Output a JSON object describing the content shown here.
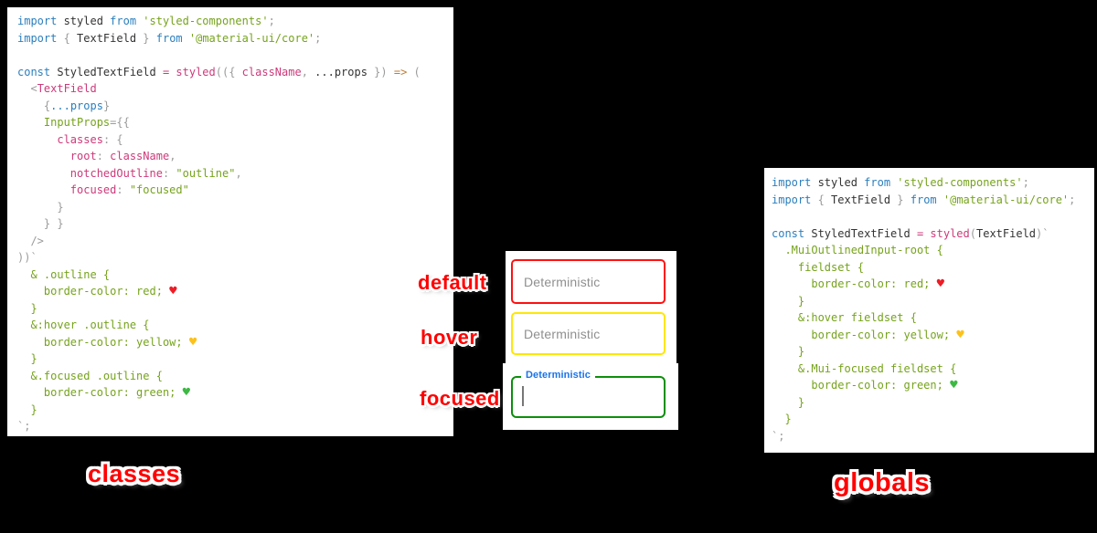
{
  "page": {
    "background": "#000000"
  },
  "code_colors": {
    "kw": "#2b7fbd",
    "pl": "#333333",
    "pu": "#9b9b9b",
    "st": "#76a31c",
    "pk": "#cc3a7a",
    "or": "#c07b35",
    "hr": "#ee1c25",
    "hy": "#fcc21b",
    "hg": "#3cb943"
  },
  "annotations": {
    "color": "#ff0000",
    "default": "default",
    "hover": "hover",
    "focused": "focused",
    "classes": "classes",
    "globals": "globals"
  },
  "textfields": {
    "default": {
      "placeholder": "Deterministic",
      "border_color": "#ff1010"
    },
    "hover": {
      "placeholder": "Deterministic",
      "border_color": "#ffe606"
    },
    "focused": {
      "label": "Deterministic",
      "border_color": "#0c8f0c",
      "label_color": "#1a73e8"
    }
  },
  "panels": {
    "left": {
      "title": "classes",
      "lines": [
        [
          {
            "t": "import ",
            "c": "kw"
          },
          {
            "t": "styled ",
            "c": "pl"
          },
          {
            "t": "from ",
            "c": "kw"
          },
          {
            "t": "'styled-components'",
            "c": "st"
          },
          {
            "t": ";",
            "c": "pu"
          }
        ],
        [
          {
            "t": "import ",
            "c": "kw"
          },
          {
            "t": "{ ",
            "c": "pu"
          },
          {
            "t": "TextField",
            "c": "pl"
          },
          {
            "t": " } ",
            "c": "pu"
          },
          {
            "t": "from ",
            "c": "kw"
          },
          {
            "t": "'@material-ui/core'",
            "c": "st"
          },
          {
            "t": ";",
            "c": "pu"
          }
        ],
        [],
        [
          {
            "t": "const ",
            "c": "kw"
          },
          {
            "t": "StyledTextField ",
            "c": "pl"
          },
          {
            "t": "= ",
            "c": "pk"
          },
          {
            "t": "styled",
            "c": "pk"
          },
          {
            "t": "(({ ",
            "c": "pu"
          },
          {
            "t": "className",
            "c": "pk"
          },
          {
            "t": ", ",
            "c": "pu"
          },
          {
            "t": "...props",
            "c": "pl"
          },
          {
            "t": " }) ",
            "c": "pu"
          },
          {
            "t": "=> ",
            "c": "or"
          },
          {
            "t": "(",
            "c": "pu"
          }
        ],
        [
          {
            "t": "  ",
            "c": "pl"
          },
          {
            "t": "<",
            "c": "pu"
          },
          {
            "t": "TextField",
            "c": "pk"
          }
        ],
        [
          {
            "t": "    ",
            "c": "pl"
          },
          {
            "t": "{",
            "c": "pu"
          },
          {
            "t": "...props",
            "c": "kw"
          },
          {
            "t": "}",
            "c": "pu"
          }
        ],
        [
          {
            "t": "    ",
            "c": "pl"
          },
          {
            "t": "InputProps",
            "c": "st"
          },
          {
            "t": "={{",
            "c": "pu"
          }
        ],
        [
          {
            "t": "      ",
            "c": "pl"
          },
          {
            "t": "classes",
            "c": "pk"
          },
          {
            "t": ": {",
            "c": "pu"
          }
        ],
        [
          {
            "t": "        ",
            "c": "pl"
          },
          {
            "t": "root",
            "c": "pk"
          },
          {
            "t": ": ",
            "c": "pu"
          },
          {
            "t": "className",
            "c": "pk"
          },
          {
            "t": ",",
            "c": "pu"
          }
        ],
        [
          {
            "t": "        ",
            "c": "pl"
          },
          {
            "t": "notchedOutline",
            "c": "pk"
          },
          {
            "t": ": ",
            "c": "pu"
          },
          {
            "t": "\"outline\"",
            "c": "st"
          },
          {
            "t": ",",
            "c": "pu"
          }
        ],
        [
          {
            "t": "        ",
            "c": "pl"
          },
          {
            "t": "focused",
            "c": "pk"
          },
          {
            "t": ": ",
            "c": "pu"
          },
          {
            "t": "\"focused\"",
            "c": "st"
          }
        ],
        [
          {
            "t": "      }",
            "c": "pu"
          }
        ],
        [
          {
            "t": "    } }",
            "c": "pu"
          }
        ],
        [
          {
            "t": "  />",
            "c": "pu"
          }
        ],
        [
          {
            "t": "))`",
            "c": "pu"
          }
        ],
        [
          {
            "t": "  & .outline {",
            "c": "st"
          }
        ],
        [
          {
            "t": "    border-color: red; ",
            "c": "st"
          },
          {
            "t": "♥",
            "c": "hr"
          }
        ],
        [
          {
            "t": "  }",
            "c": "st"
          }
        ],
        [
          {
            "t": "  &:hover .outline {",
            "c": "st"
          }
        ],
        [
          {
            "t": "    border-color: yellow; ",
            "c": "st"
          },
          {
            "t": "♥",
            "c": "hy"
          }
        ],
        [
          {
            "t": "  }",
            "c": "st"
          }
        ],
        [
          {
            "t": "  &.focused .outline {",
            "c": "st"
          }
        ],
        [
          {
            "t": "    border-color: green; ",
            "c": "st"
          },
          {
            "t": "♥",
            "c": "hg"
          }
        ],
        [
          {
            "t": "  }",
            "c": "st"
          }
        ],
        [
          {
            "t": "`;",
            "c": "pu"
          }
        ]
      ]
    },
    "right": {
      "title": "globals",
      "lines": [
        [
          {
            "t": "import ",
            "c": "kw"
          },
          {
            "t": "styled ",
            "c": "pl"
          },
          {
            "t": "from ",
            "c": "kw"
          },
          {
            "t": "'styled-components'",
            "c": "st"
          },
          {
            "t": ";",
            "c": "pu"
          }
        ],
        [
          {
            "t": "import ",
            "c": "kw"
          },
          {
            "t": "{ ",
            "c": "pu"
          },
          {
            "t": "TextField",
            "c": "pl"
          },
          {
            "t": " } ",
            "c": "pu"
          },
          {
            "t": "from ",
            "c": "kw"
          },
          {
            "t": "'@material-ui/core'",
            "c": "st"
          },
          {
            "t": ";",
            "c": "pu"
          }
        ],
        [],
        [
          {
            "t": "const ",
            "c": "kw"
          },
          {
            "t": "StyledTextField ",
            "c": "pl"
          },
          {
            "t": "= ",
            "c": "pk"
          },
          {
            "t": "styled",
            "c": "pk"
          },
          {
            "t": "(",
            "c": "pu"
          },
          {
            "t": "TextField",
            "c": "pl"
          },
          {
            "t": ")`",
            "c": "pu"
          }
        ],
        [
          {
            "t": "  .MuiOutlinedInput-root {",
            "c": "st"
          }
        ],
        [
          {
            "t": "    fieldset {",
            "c": "st"
          }
        ],
        [
          {
            "t": "      border-color: red; ",
            "c": "st"
          },
          {
            "t": "♥",
            "c": "hr"
          }
        ],
        [
          {
            "t": "    }",
            "c": "st"
          }
        ],
        [
          {
            "t": "    &:hover fieldset {",
            "c": "st"
          }
        ],
        [
          {
            "t": "      border-color: yellow; ",
            "c": "st"
          },
          {
            "t": "♥",
            "c": "hy"
          }
        ],
        [
          {
            "t": "    }",
            "c": "st"
          }
        ],
        [
          {
            "t": "    &.Mui-focused fieldset {",
            "c": "st"
          }
        ],
        [
          {
            "t": "      border-color: green; ",
            "c": "st"
          },
          {
            "t": "♥",
            "c": "hg"
          }
        ],
        [
          {
            "t": "    }",
            "c": "st"
          }
        ],
        [
          {
            "t": "  }",
            "c": "st"
          }
        ],
        [
          {
            "t": "`;",
            "c": "pu"
          }
        ]
      ]
    }
  }
}
